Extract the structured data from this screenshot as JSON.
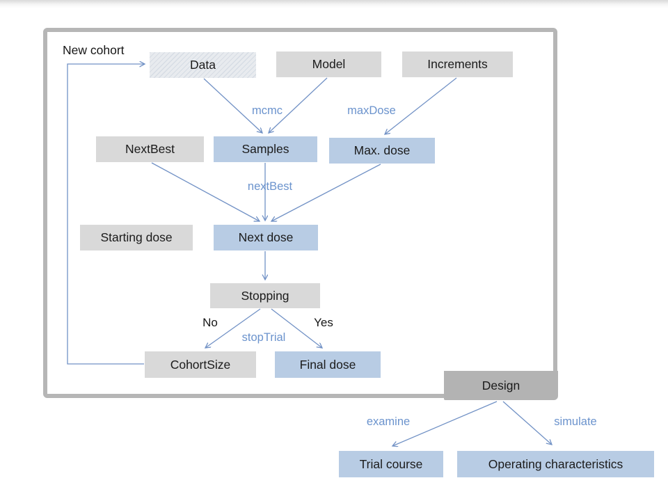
{
  "diagram": {
    "loop_label": "New cohort",
    "nodes": {
      "data": {
        "label": "Data"
      },
      "model": {
        "label": "Model"
      },
      "increments": {
        "label": "Increments"
      },
      "next_best_cls": {
        "label": "NextBest"
      },
      "samples": {
        "label": "Samples"
      },
      "max_dose": {
        "label": "Max. dose"
      },
      "starting_dose": {
        "label": "Starting dose"
      },
      "next_dose": {
        "label": "Next dose"
      },
      "stopping": {
        "label": "Stopping"
      },
      "cohort_size": {
        "label": "CohortSize"
      },
      "final_dose": {
        "label": "Final dose"
      },
      "design": {
        "label": "Design"
      },
      "trial_course": {
        "label": "Trial course"
      },
      "operating_characteristics": {
        "label": "Operating characteristics"
      }
    },
    "edge_labels": {
      "mcmc": "mcmc",
      "max_dose_fn": "maxDose",
      "next_best_fn": "nextBest",
      "stop_trial_fn": "stopTrial",
      "no": "No",
      "yes": "Yes",
      "examine": "examine",
      "simulate": "simulate"
    },
    "colors": {
      "gray_box": "#d9d9d9",
      "blue_box": "#b8cce4",
      "design_box": "#b3b3b3",
      "frame_border": "#b6b6b6",
      "connector": "#7191c5",
      "edge_label_text": "#6b93cd"
    }
  }
}
